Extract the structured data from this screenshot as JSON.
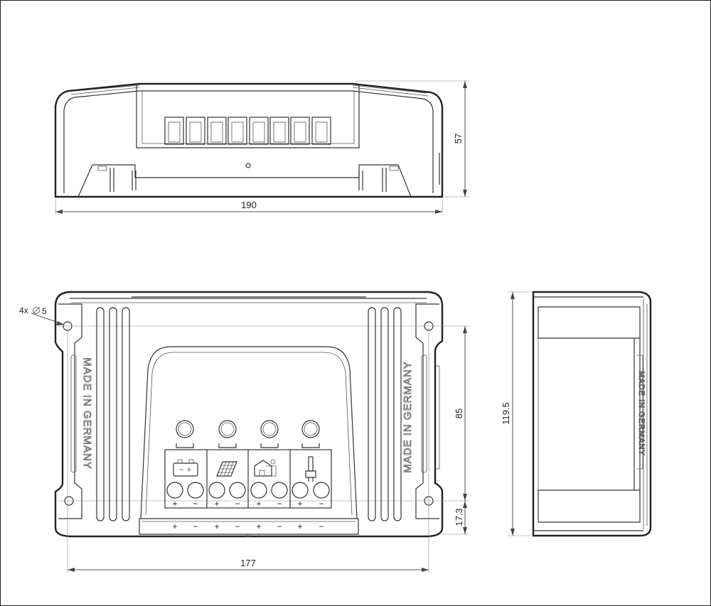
{
  "dimensions": {
    "front_width": "190",
    "front_height": "57",
    "top_width": "177",
    "top_height": "85",
    "terminal_depth": "17.3",
    "side_depth": "119.5",
    "holes": "4x",
    "hole_size": "5"
  },
  "labels": {
    "made_in_left": "MADE IN GERMANY",
    "made_in_right": "MADE IN GERMANY"
  },
  "terminal_groups": [
    {
      "icon": "battery-icon",
      "plus": "+",
      "minus": "−"
    },
    {
      "icon": "solar-panel-icon",
      "plus": "+",
      "minus": "−"
    },
    {
      "icon": "house-load-icon",
      "plus": "+",
      "minus": "−"
    },
    {
      "icon": "lamp-icon",
      "plus": "+",
      "minus": "−"
    }
  ]
}
